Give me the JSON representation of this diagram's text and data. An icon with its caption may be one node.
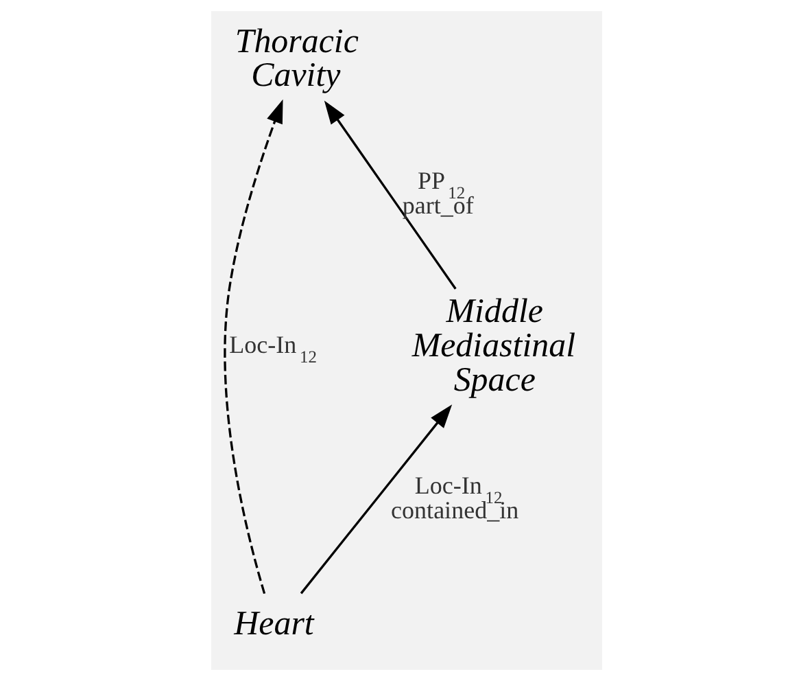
{
  "diagram": {
    "nodes": [
      {
        "text": [
          "Thoracic Cavity"
        ]
      },
      {
        "text": [
          "Middle Mediastinal Space"
        ]
      },
      {
        "text": [
          "Heart"
        ]
      }
    ],
    "edges": [
      {
        "from": 2,
        "to": 0,
        "arrow": "to",
        "style": "dashed",
        "label": "Loc-In$_{12}$"
      },
      {
        "from": 1,
        "to": 0,
        "arrow": "to",
        "label": "PP$_{12}$ part_of"
      },
      {
        "from": 2,
        "to": 1,
        "arrow": "to",
        "label": "Loc-In$_{12}$ contained_in"
      }
    ]
  }
}
